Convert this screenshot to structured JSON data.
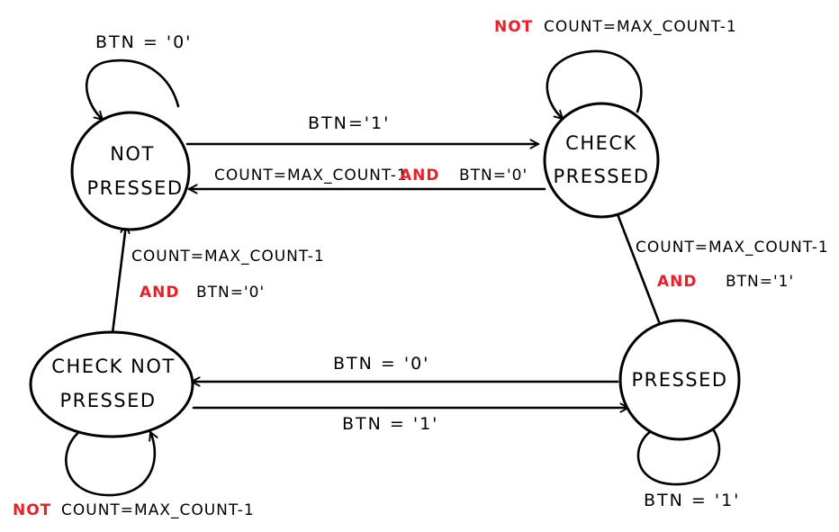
{
  "colors": {
    "stroke": "#000000",
    "keyword": "#e8202a",
    "background": "#ffffff"
  },
  "states": {
    "not_pressed": {
      "line1": "NOT",
      "line2": "PRESSED"
    },
    "check_pressed": {
      "line1": "CHECK",
      "line2": "PRESSED"
    },
    "check_not_pressed": {
      "line1": "CHECK NOT",
      "line2": "PRESSED"
    },
    "pressed": {
      "line1": "PRESSED"
    }
  },
  "transitions": {
    "not_pressed_self": "BTN = '0'",
    "not_pressed_to_check_pressed": "BTN='1'",
    "check_pressed_to_not_pressed": {
      "cond": "COUNT=MAX_COUNT-1",
      "and": "AND",
      "btn": "BTN='0'"
    },
    "check_pressed_self": {
      "not": "NOT",
      "cond": "COUNT=MAX_COUNT-1"
    },
    "check_pressed_to_pressed": {
      "cond": "COUNT=MAX_COUNT-1",
      "and": "AND",
      "btn": "BTN='1'"
    },
    "pressed_to_check_not_pressed": "BTN = '0'",
    "check_not_pressed_to_pressed": "BTN = '1'",
    "pressed_self": "BTN = '1'",
    "check_not_pressed_to_not_pressed": {
      "cond": "COUNT=MAX_COUNT-1",
      "and": "AND",
      "btn": "BTN='0'"
    },
    "check_not_pressed_self": {
      "not": "NOT",
      "cond": "COUNT=MAX_COUNT-1"
    }
  }
}
